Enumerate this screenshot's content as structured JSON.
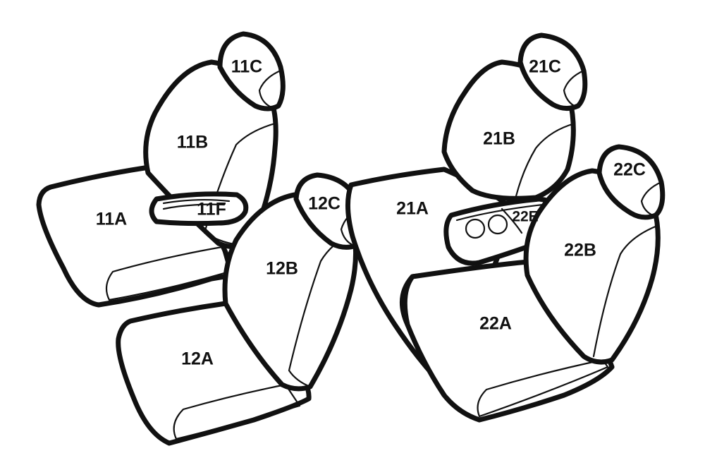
{
  "diagram": {
    "parts": {
      "p11A": "11A",
      "p11B": "11B",
      "p11C": "11C",
      "p11F": "11F",
      "p12A": "12A",
      "p12B": "12B",
      "p12C": "12C",
      "p21A": "21A",
      "p21B": "21B",
      "p21C": "21C",
      "p22A": "22A",
      "p22B": "22B",
      "p22C": "22C",
      "p22E": "22E"
    }
  }
}
